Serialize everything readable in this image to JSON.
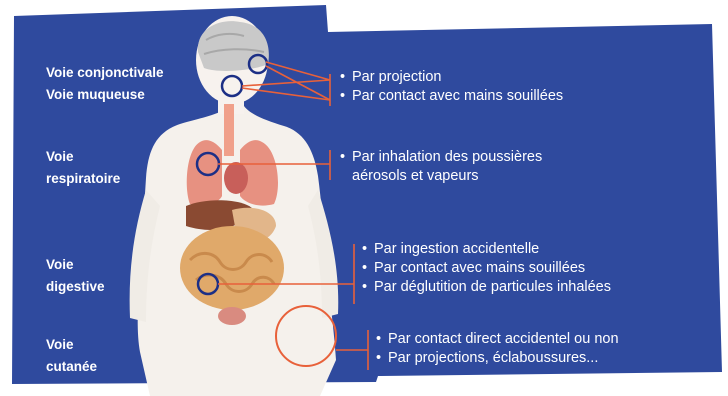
{
  "colors": {
    "panel": "#2f4a9e",
    "panel_dark": "#26408f",
    "connector": "#e8613a",
    "ring": "#1c2f86",
    "body": "#f5f1ec"
  },
  "routes": [
    {
      "labels": [
        "Voie conjonctivale",
        "Voie muqueuse"
      ],
      "bullets": [
        {
          "lines": [
            "Par projection"
          ]
        },
        {
          "lines": [
            "Par contact avec mains souillées"
          ]
        }
      ]
    },
    {
      "labels": [
        "Voie",
        "respiratoire"
      ],
      "bullets": [
        {
          "lines": [
            "Par inhalation des poussières",
            "aérosols et vapeurs"
          ]
        }
      ]
    },
    {
      "labels": [
        "Voie",
        "digestive"
      ],
      "bullets": [
        {
          "lines": [
            "Par ingestion accidentelle"
          ]
        },
        {
          "lines": [
            "Par contact avec mains souillées"
          ]
        },
        {
          "lines": [
            "Par déglutition de particules inhalées"
          ]
        }
      ]
    },
    {
      "labels": [
        "Voie",
        "cutanée"
      ],
      "bullets": [
        {
          "lines": [
            "Par contact direct accidentel ou non"
          ]
        },
        {
          "lines": [
            "Par projections, éclaboussures..."
          ]
        }
      ]
    }
  ],
  "bullet_glyph": "•"
}
